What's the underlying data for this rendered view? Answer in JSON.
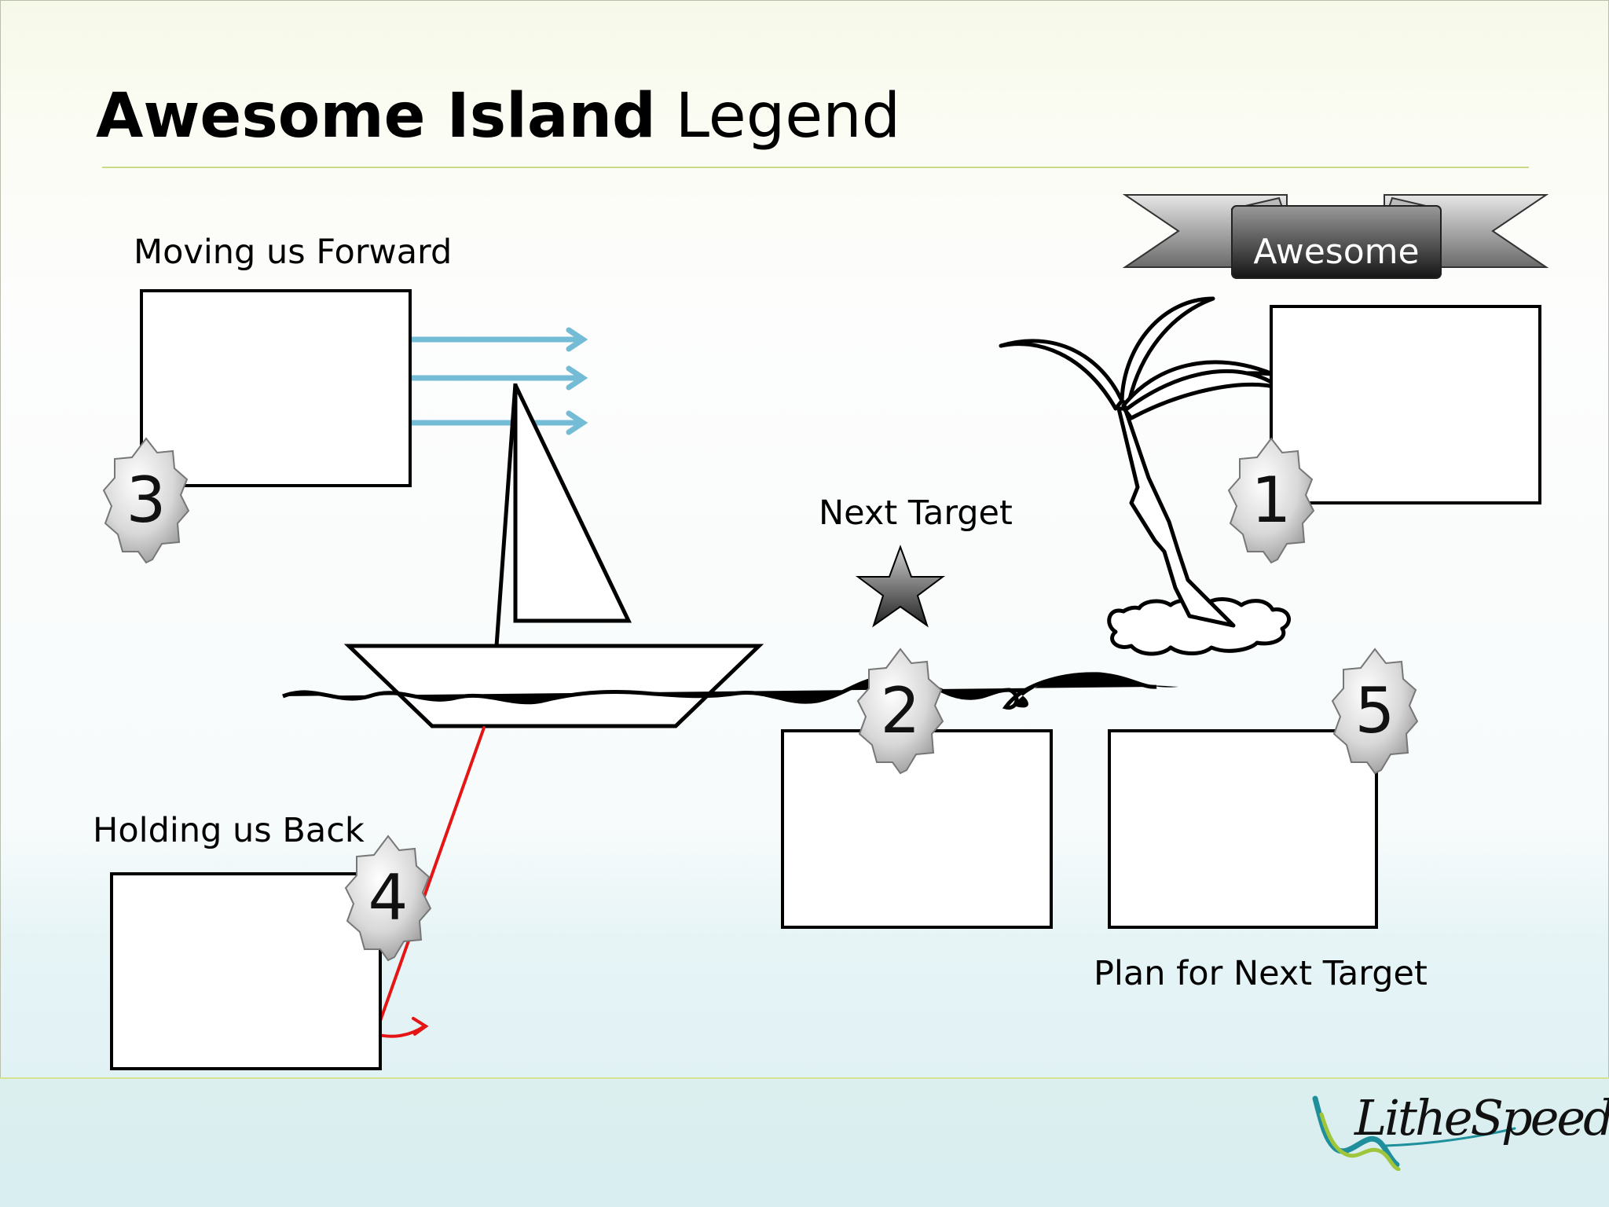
{
  "slide": {
    "title_bold": "Awesome Island",
    "title_regular": "Legend"
  },
  "banner": {
    "label": "Awesome"
  },
  "labels": {
    "moving_forward": "Moving us Forward",
    "next_target": "Next Target",
    "holding_back": "Holding us Back",
    "plan_next_target": "Plan for Next Target"
  },
  "badges": {
    "island": "1",
    "next_target": "2",
    "moving_forward": "3",
    "holding_back": "4",
    "plan": "5"
  },
  "logo": {
    "wordmark": "LitheSpeed"
  },
  "colors": {
    "arrow_blue": "#74bcd6",
    "anchor_red": "#e51515",
    "title_rule": "#c8dc86",
    "logo_teal": "#1f8f9c",
    "logo_green": "#9fc53a"
  }
}
